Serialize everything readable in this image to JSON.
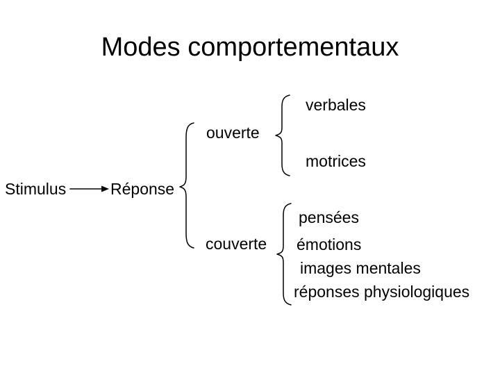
{
  "slide": {
    "title": "Modes comportementaux",
    "background_color": "#ffffff",
    "text_color": "#000000"
  },
  "diagram": {
    "type": "tree-brace-diagram",
    "root": {
      "label": "Stimulus"
    },
    "connector": {
      "icon": "arrow-right-icon",
      "from": "Stimulus",
      "to": "Réponse"
    },
    "branch": {
      "label": "Réponse",
      "brace_icon": "curly-brace-icon",
      "children": [
        {
          "label": "ouverte",
          "brace_icon": "curly-brace-icon",
          "children": [
            {
              "label": "verbales"
            },
            {
              "label": "motrices"
            }
          ]
        },
        {
          "label": "couverte",
          "brace_icon": "curly-brace-icon",
          "children": [
            {
              "label": "pensées"
            },
            {
              "label": "émotions"
            },
            {
              "label": "images mentales"
            },
            {
              "label": "réponses physiologiques"
            }
          ]
        }
      ]
    }
  }
}
